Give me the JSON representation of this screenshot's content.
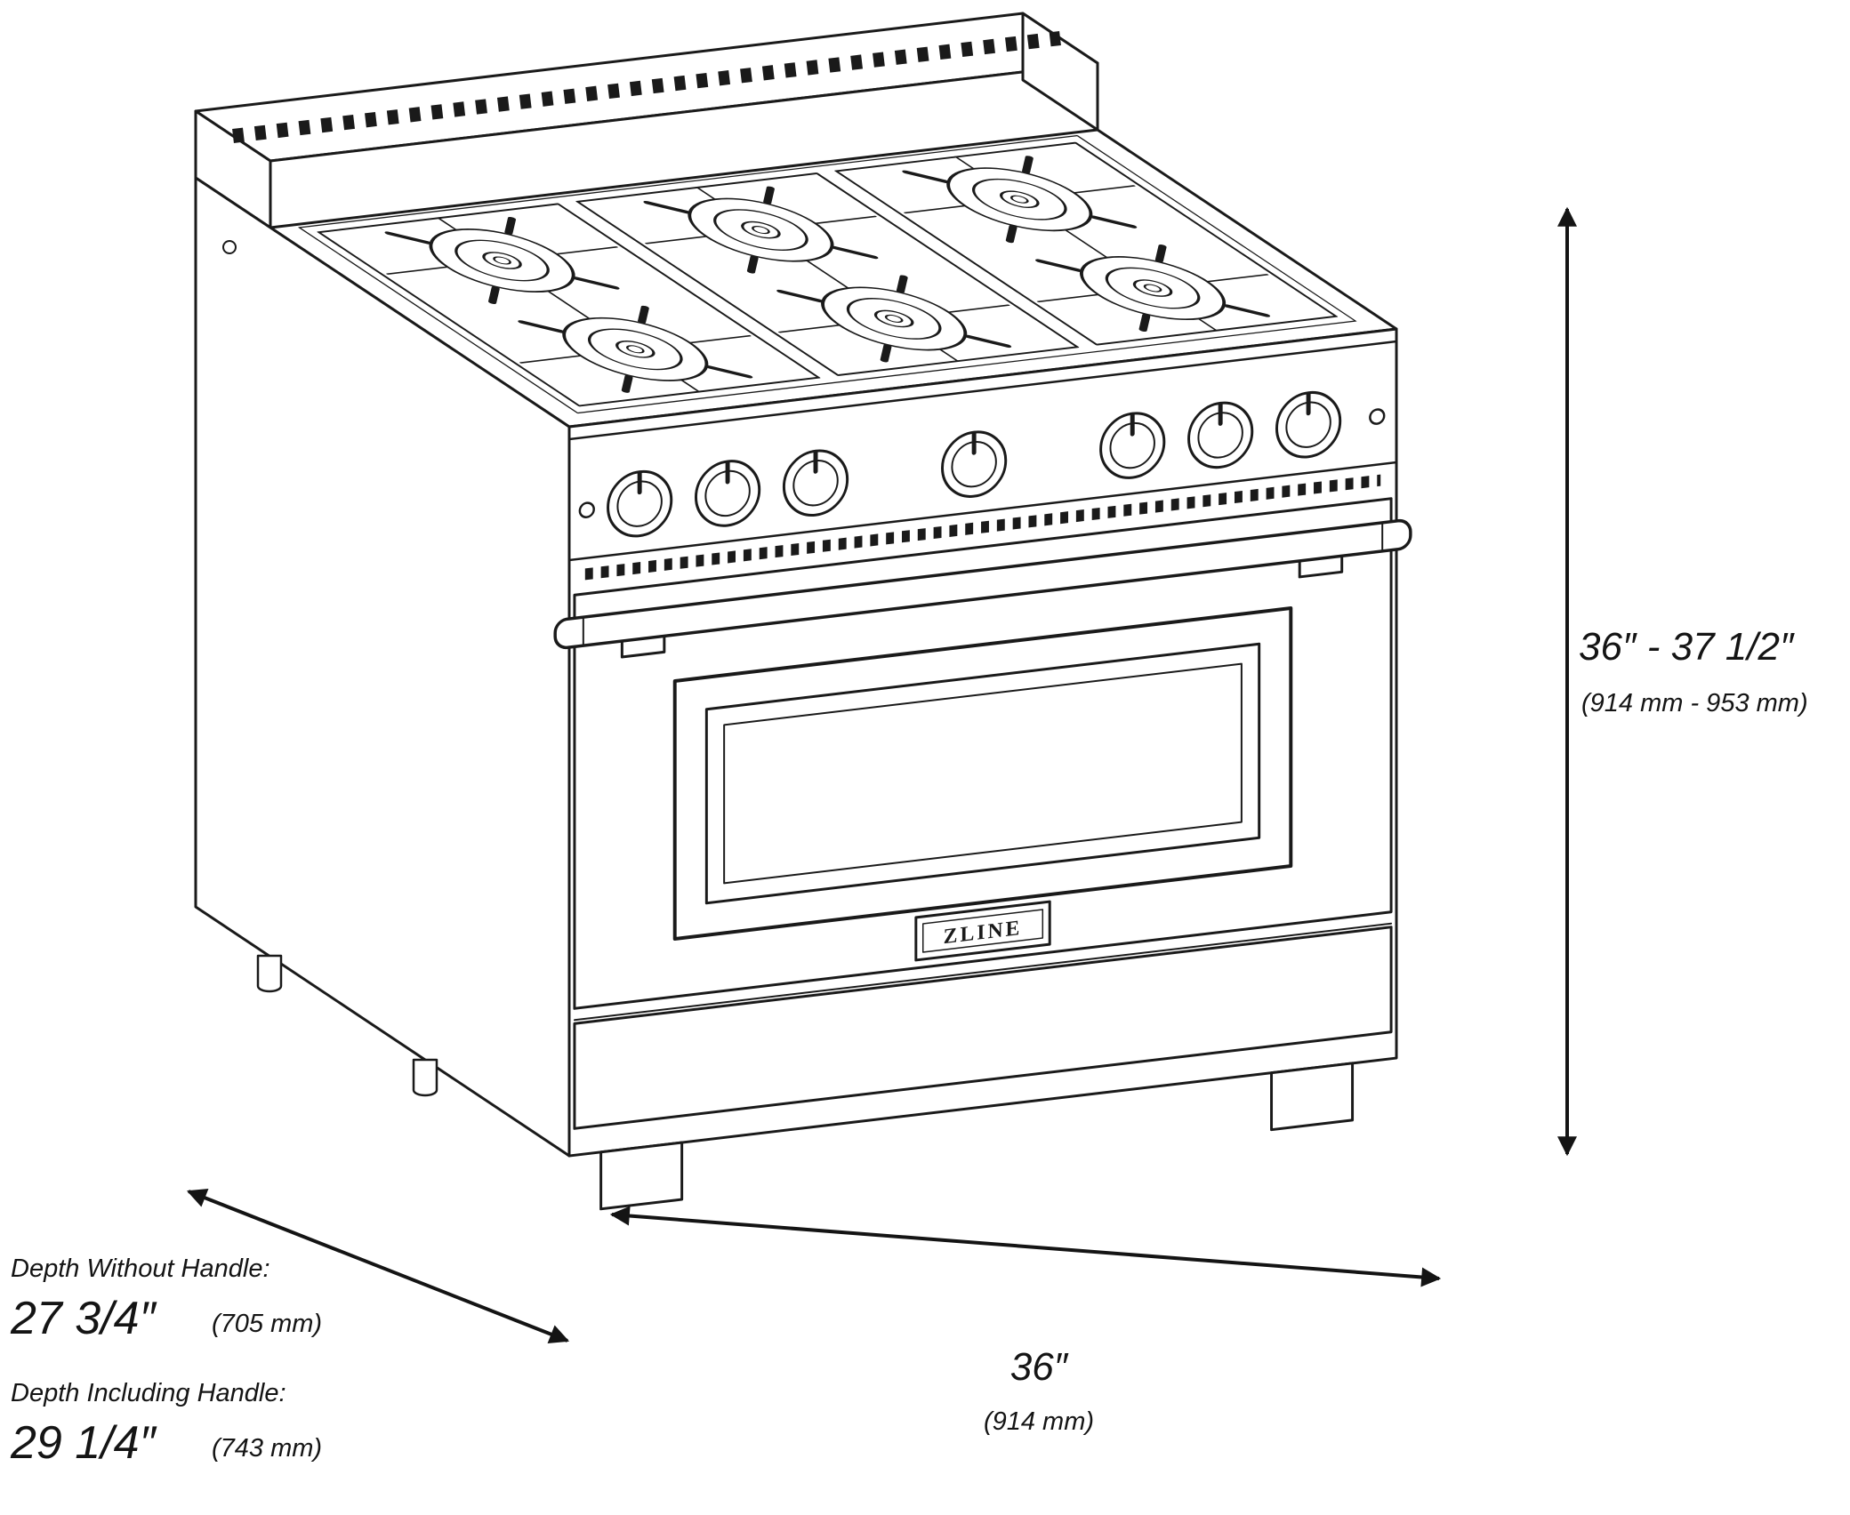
{
  "diagram": {
    "subject": "gas-range-isometric-dimension-drawing",
    "brand_badge": "ZLINE",
    "colors": {
      "ink": "#1a1a1a",
      "background": "#ffffff"
    },
    "icons": {
      "height_arrow": "vertical-double-headed-arrow",
      "width_arrow": "diagonal-double-headed-arrow",
      "depth_arrow": "diagonal-double-headed-arrow"
    },
    "dimensions": {
      "height": {
        "value": "36″ - 37 1/2″",
        "metric": "(914 mm - 953 mm)"
      },
      "width": {
        "value": "36″",
        "metric": "(914 mm)"
      },
      "depth_without_handle": {
        "label": "Depth Without Handle:",
        "value": "27 3/4″",
        "metric": "(705 mm)"
      },
      "depth_including_handle": {
        "label": "Depth Including Handle:",
        "value": "29 1/4″",
        "metric": "(743 mm)"
      }
    }
  }
}
